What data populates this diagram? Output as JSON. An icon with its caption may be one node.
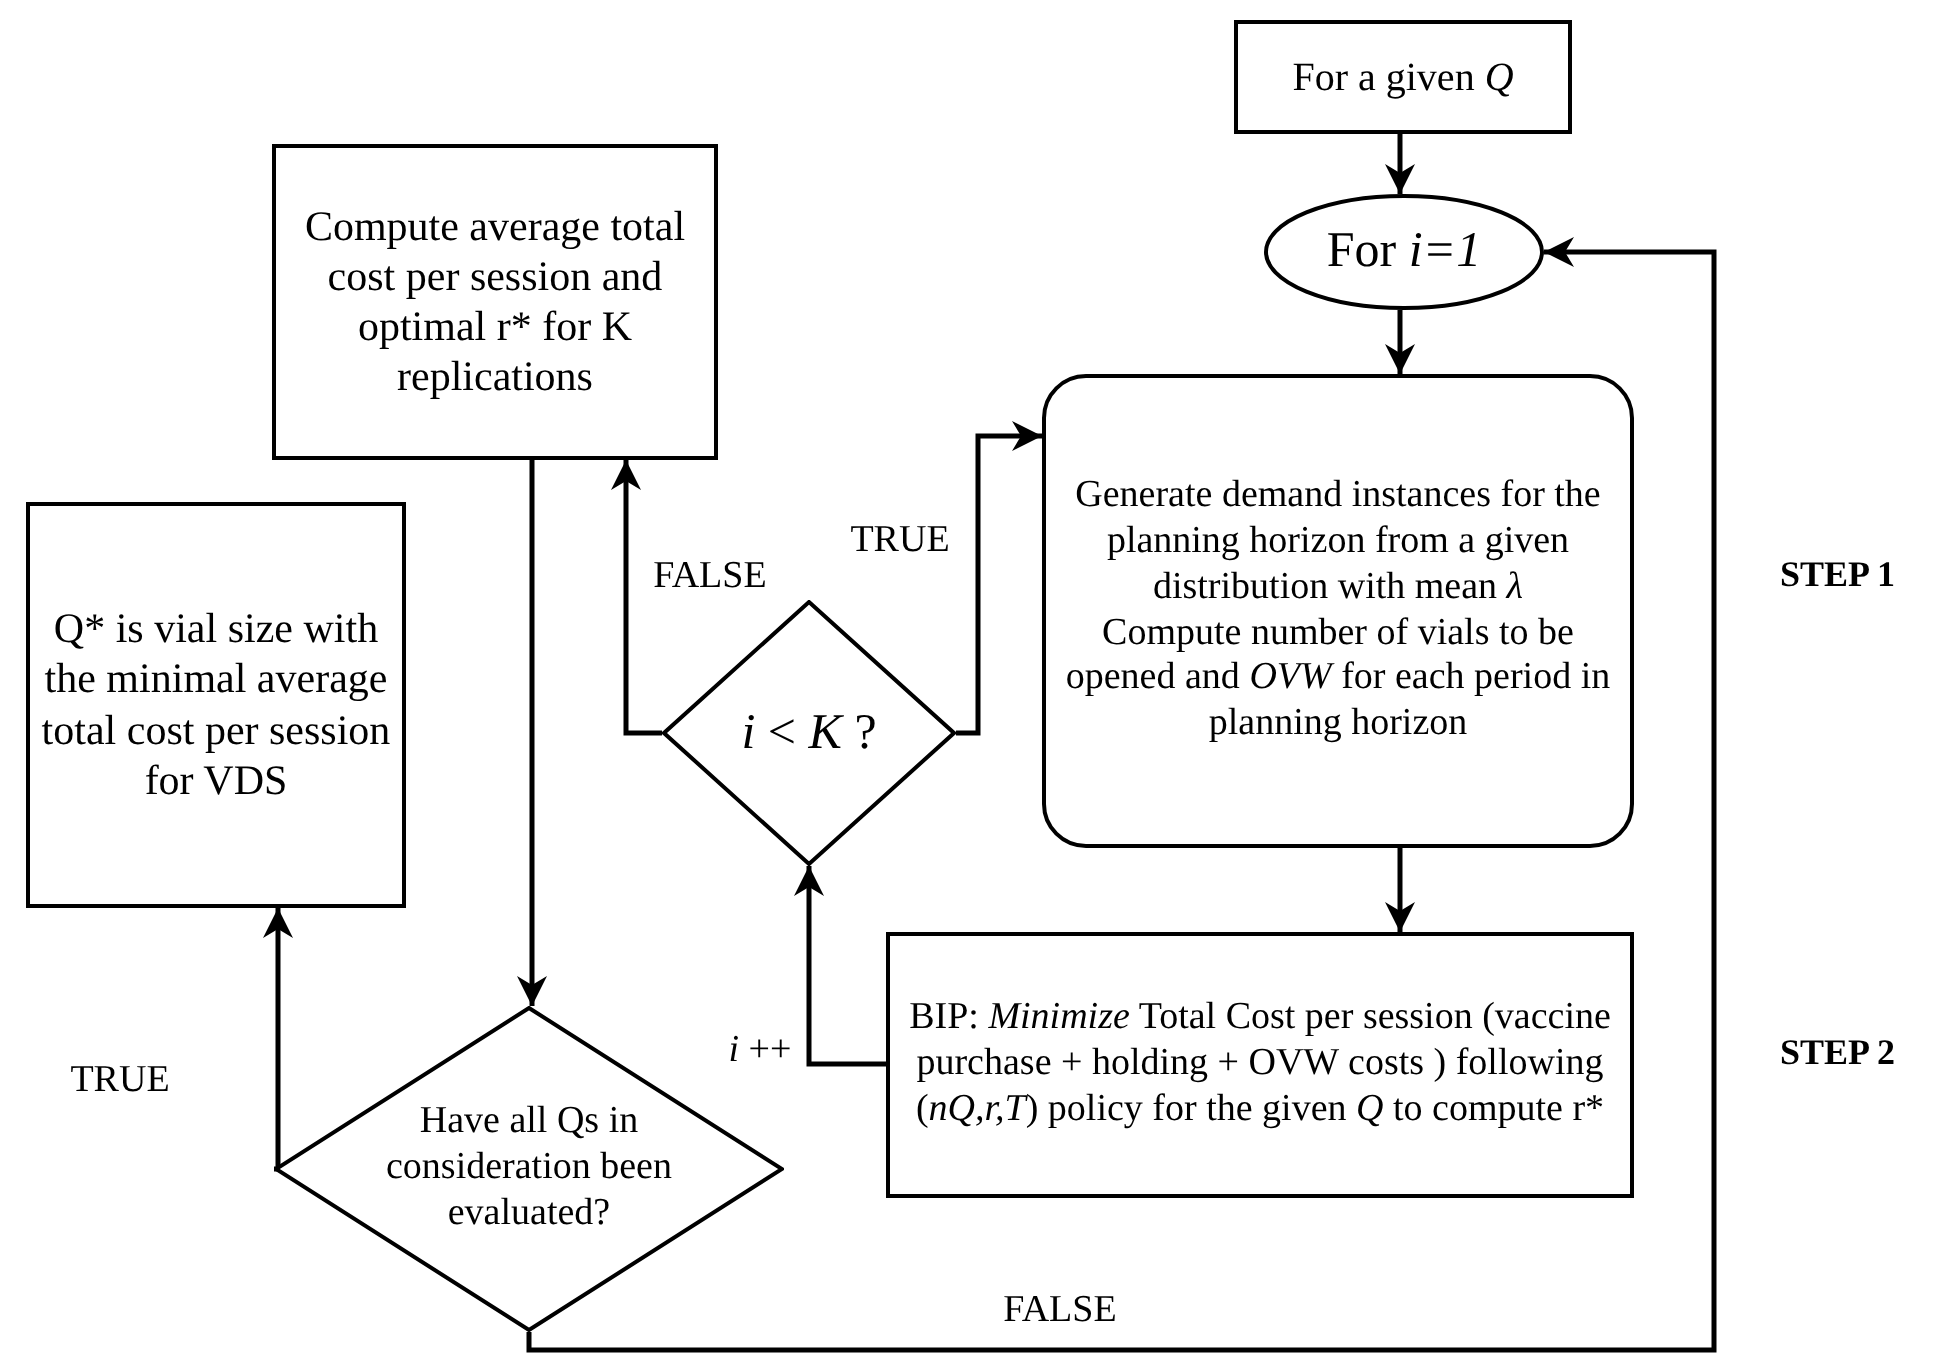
{
  "diagram": {
    "nodes": [
      {
        "text": [
          "For a given *Q*"
        ]
      },
      {
        "text": [
          "For *i=1*"
        ]
      },
      {
        "text": [
          "Generate demand instances for the planning horizon from a given distribution with mean *λ*",
          "Compute number of vials to be opened and *OVW* for each period in planning horizon"
        ]
      },
      {
        "text": [
          "BIP: *Minimize* Total Cost per session (vaccine purchase + holding + OVW costs ) following (*nQ,r,T*) policy for the given *Q* to compute r*"
        ]
      },
      {
        "text": [
          "*i* < *K* ?"
        ]
      },
      {
        "text": [
          "Compute average total cost per session and optimal r* for K replications"
        ]
      },
      {
        "text": [
          "Q* is vial size with the minimal average total cost per session for VDS"
        ]
      },
      {
        "text": [
          "Have all Qs in consideration been evaluated?"
        ]
      }
    ],
    "edges": [
      {
        "from": 0,
        "to": 1,
        "arrow": "to"
      },
      {
        "from": 1,
        "to": 2,
        "arrow": "to"
      },
      {
        "from": 2,
        "to": 3,
        "arrow": "to"
      },
      {
        "from": 3,
        "to": 4,
        "arrow": "to",
        "label": "*i* ++"
      },
      {
        "from": 4,
        "to": 2,
        "arrow": "to",
        "label": "TRUE"
      },
      {
        "from": 4,
        "to": 5,
        "arrow": "to",
        "label": "FALSE"
      },
      {
        "from": 5,
        "to": 7,
        "arrow": "to"
      },
      {
        "from": 7,
        "to": 6,
        "arrow": "to",
        "label": "TRUE"
      },
      {
        "from": 7,
        "to": 1,
        "arrow": "to",
        "label": "FALSE"
      }
    ],
    "labels": [
      "STEP 1",
      "STEP 2"
    ]
  }
}
